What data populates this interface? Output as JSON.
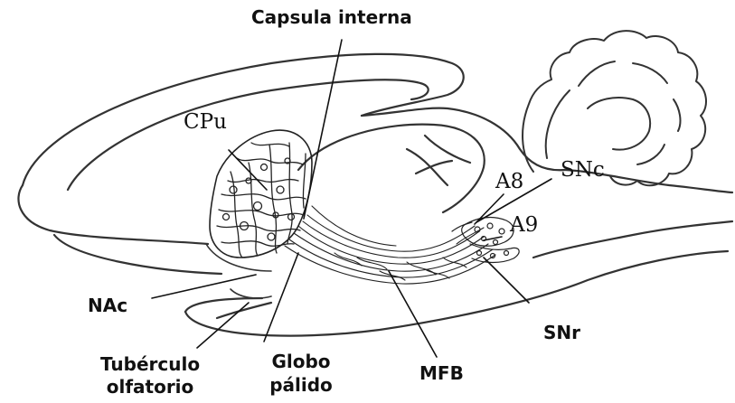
{
  "labels": {
    "capsula_interna": "Capsula interna",
    "cpu": "CPu",
    "a8": "A8",
    "snc": "SNc",
    "a9": "A9",
    "nac": "NAc",
    "snr": "SNr",
    "tuberculo_line1": "Tubérculo",
    "tuberculo_line2": "olfatorio",
    "globo_line1": "Globo",
    "globo_line2": "pálido",
    "mfb": "MFB"
  },
  "colors": {
    "outline": "#333333",
    "fiber": "#222222",
    "background": "#ffffff"
  }
}
